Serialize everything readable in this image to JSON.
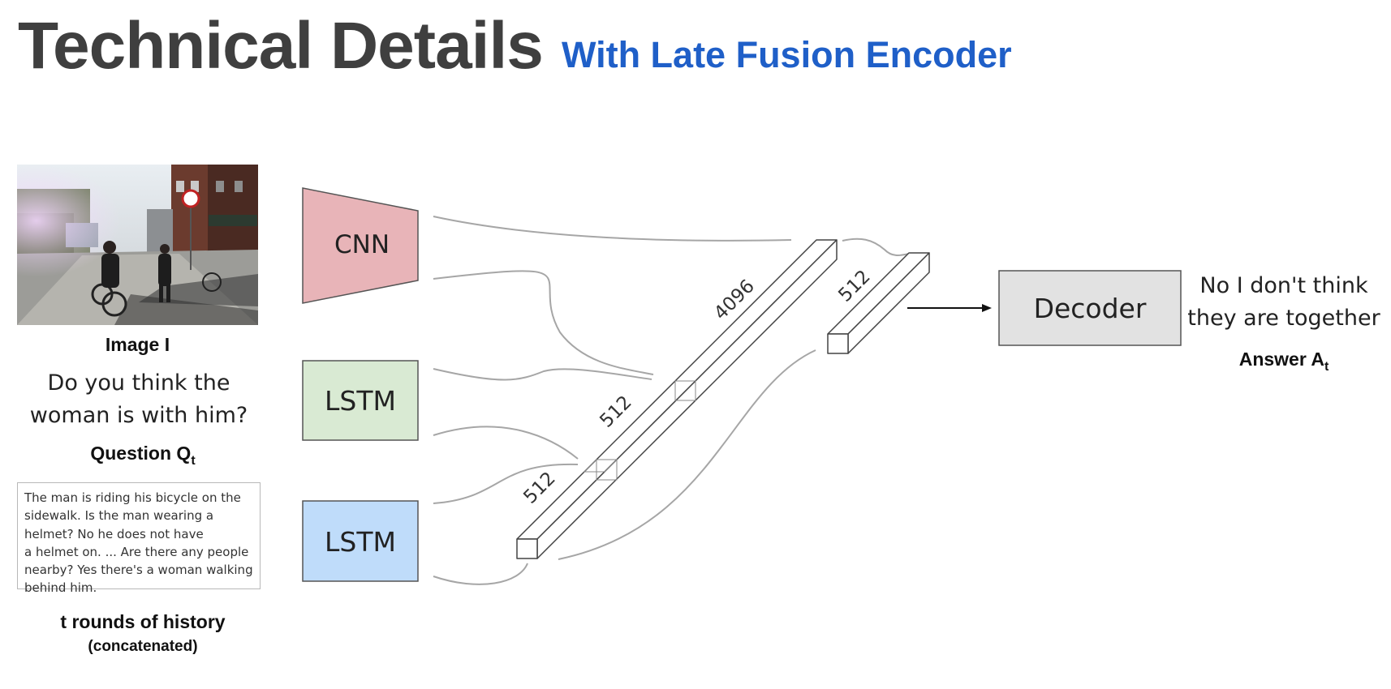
{
  "title": "Technical Details",
  "subtitle": "With Late Fusion Encoder",
  "inputs": {
    "image_label": "Image I",
    "question_text": [
      "Do you think the",
      "woman is with him?"
    ],
    "question_label": "Question Q",
    "question_sub": "t",
    "history_lines": [
      "The man is riding his bicycle on the",
      "sidewalk. Is the man wearing a",
      "helmet? No he does not have",
      "a helmet on. ... Are there any people",
      "nearby? Yes there's a woman walking",
      "behind him."
    ],
    "history_label": "t rounds of history",
    "history_sub": "(concatenated)"
  },
  "blocks": {
    "cnn": "CNN",
    "lstm_question": "LSTM",
    "lstm_history": "LSTM",
    "decoder": "Decoder"
  },
  "dims": {
    "concat": "4096",
    "question_seg": "512",
    "history_seg": "512",
    "fused": "512"
  },
  "output": {
    "answer_text": [
      "No I don't think",
      "they are together"
    ],
    "answer_label": "Answer A",
    "answer_sub": "t"
  },
  "colors": {
    "title": "#3f3f3f",
    "subtitle": "#1f5fc8",
    "cnn_fill": "#e8b4b8",
    "lstm_question_fill": "#d9ead3",
    "lstm_history_fill": "#bfdcfa",
    "decoder_fill": "#e2e2e2"
  }
}
